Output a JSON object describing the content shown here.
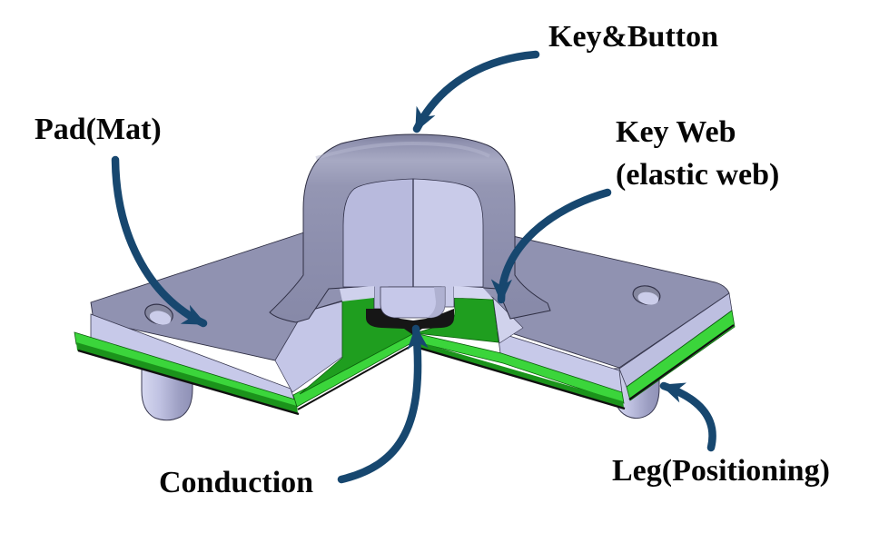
{
  "diagram": {
    "background": "#ffffff",
    "labels": {
      "key_button": "Key&Button",
      "pad_mat": "Pad(Mat)",
      "key_web_line1": "Key Web",
      "key_web_line2": "(elastic web)",
      "conduction": "Conduction",
      "leg_positioning": "Leg(Positioning)"
    },
    "colors": {
      "arrow_navy": "#17476f",
      "label_text": "#060606",
      "pad_top_gray": "#9092b1",
      "face_lavender": "#c7c9e9",
      "cut_face_left": "#b8badd",
      "cut_face_right": "#c9cbe9",
      "pcb_green": "#1f9e1f",
      "pcb_green_bright": "#3bd53b",
      "contact_black": "#161616",
      "leg_lavender": "#c3c5e6"
    },
    "parts": [
      {
        "id": "key-button",
        "label": "Key&Button",
        "points_to": "top of rubber key dome"
      },
      {
        "id": "pad-mat",
        "label": "Pad(Mat)",
        "points_to": "flat rubber pad surface"
      },
      {
        "id": "key-web",
        "label": "Key Web (elastic web)",
        "points_to": "elastic skirt at key base"
      },
      {
        "id": "conduction",
        "label": "Conduction",
        "points_to": "conductive contact under key"
      },
      {
        "id": "leg-positioning",
        "label": "Leg(Positioning)",
        "points_to": "positioning leg under pad"
      }
    ]
  }
}
